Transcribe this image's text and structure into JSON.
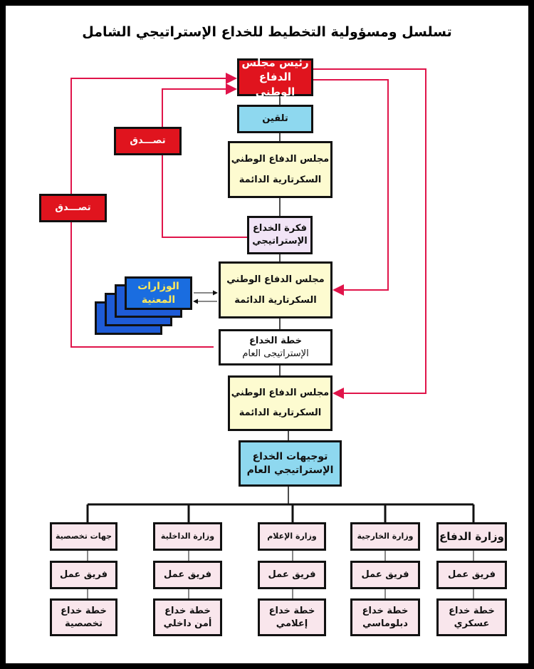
{
  "title": "تسلسل ومسؤولية التخطيط للخداع الإستراتيجي الشامل",
  "nodes": {
    "head": [
      "رئيس مجلس",
      "الدفاع الوطني"
    ],
    "indoctrination": "تلقين",
    "council1": [
      "مجلس الدفاع الوطني",
      "السكرتارية الدائمة"
    ],
    "idea": [
      "فكرة الخداع",
      "الإستراتيجي"
    ],
    "council2": [
      "مجلس الدفاع الوطني",
      "السكرتارية الدائمة"
    ],
    "plan": [
      "خطة الخداع",
      "الإستراتيجى العام"
    ],
    "council3": [
      "مجلس الدفاع الوطني",
      "السكرتارية الدائمة"
    ],
    "directives": [
      "توجيهات الخداع",
      "الإستراتيجي العام"
    ],
    "approve_inner": "تصـــدق",
    "approve_outer": "تصـــدق",
    "ministries": [
      "الوزارات",
      "المعنية"
    ]
  },
  "columns": [
    {
      "entity": "وزارة الدفاع",
      "team": "فريق عمل",
      "plan": [
        "خطة خداع",
        "عسكري"
      ]
    },
    {
      "entity": "وزارة الخارجية",
      "team": "فريق عمل",
      "plan": [
        "خطة خداع",
        "دبلوماسي"
      ]
    },
    {
      "entity": "وزارة الإعلام",
      "team": "فريق عمل",
      "plan": [
        "خطة خداع",
        "إعلامي"
      ]
    },
    {
      "entity": "وزارة الداخلية",
      "team": "فريق عمل",
      "plan": [
        "خطة خداع",
        "أمن داخلي"
      ]
    },
    {
      "entity": "جهات تخصصية",
      "team": "فريق عمل",
      "plan": [
        "خطة خداع",
        "تخصصية"
      ]
    }
  ],
  "colors": {
    "red": "#e0141e",
    "line_red": "#e0144a",
    "cyan": "#8ed8ef",
    "yellow": "#fdfbd0",
    "blue": "#1a6de0",
    "pink": "#f9e6ec"
  }
}
